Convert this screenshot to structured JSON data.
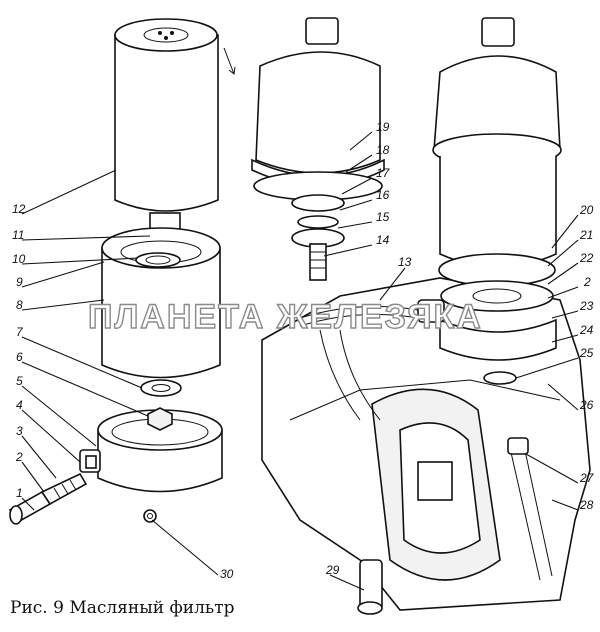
{
  "caption": "Рис. 9 Масляный фильтр",
  "watermark": "ПЛАНЕТА ЖЕЛЕЗЯКА",
  "callouts": [
    "1",
    "2",
    "3",
    "4",
    "5",
    "6",
    "7",
    "8",
    "9",
    "10",
    "11",
    "12",
    "13",
    "14",
    "15",
    "16",
    "17",
    "18",
    "19",
    "20",
    "21",
    "22",
    "2",
    "23",
    "24",
    "25",
    "26",
    "27",
    "28",
    "29",
    "30"
  ]
}
